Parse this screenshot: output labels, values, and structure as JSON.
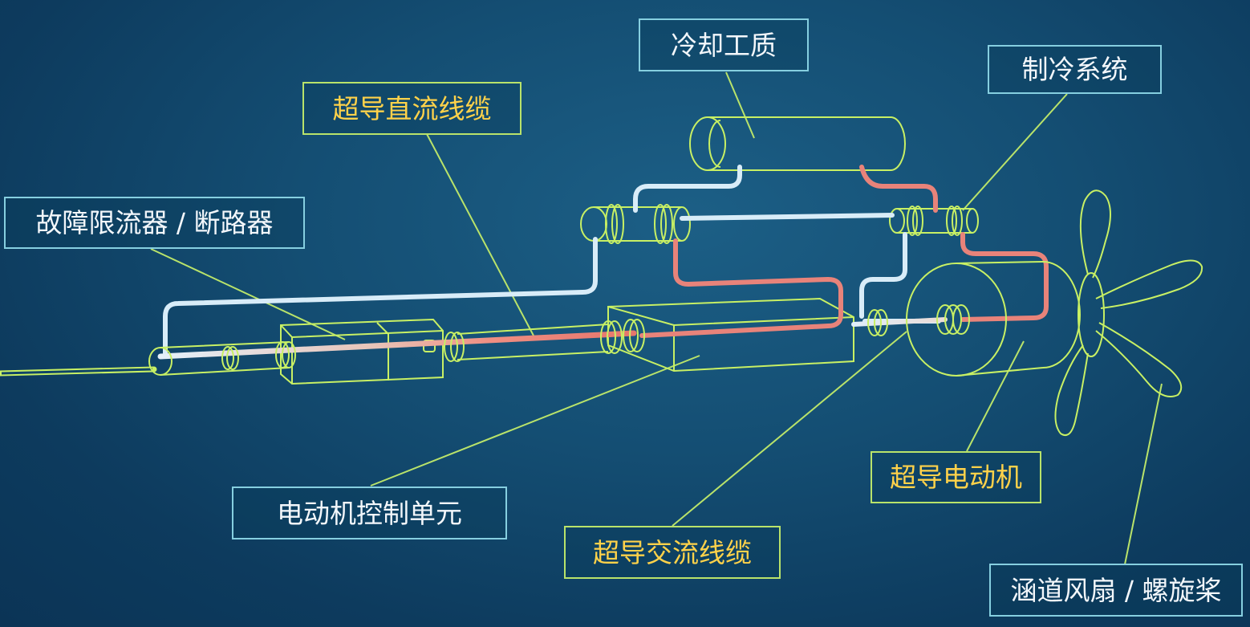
{
  "labels": {
    "cooling_medium": "冷却工质",
    "refrigeration_system": "制冷系统",
    "sc_dc_cable": "超导直流线缆",
    "fault_current_limiter": "故障限流器 / 断路器",
    "sc_motor": "超导电动机",
    "motor_control_unit": "电动机控制单元",
    "sc_ac_cable": "超导交流线缆",
    "ducted_fan": "涵道风扇 / 螺旋桨"
  },
  "colors": {
    "outline": "#c8f064",
    "cold_pipe": "#d8ecf8",
    "hot_pipe": "#e8837a",
    "leader_line": "#b9e36a",
    "white_label_border": "#86cfe0",
    "yellow_label_text": "#ffd24a"
  }
}
